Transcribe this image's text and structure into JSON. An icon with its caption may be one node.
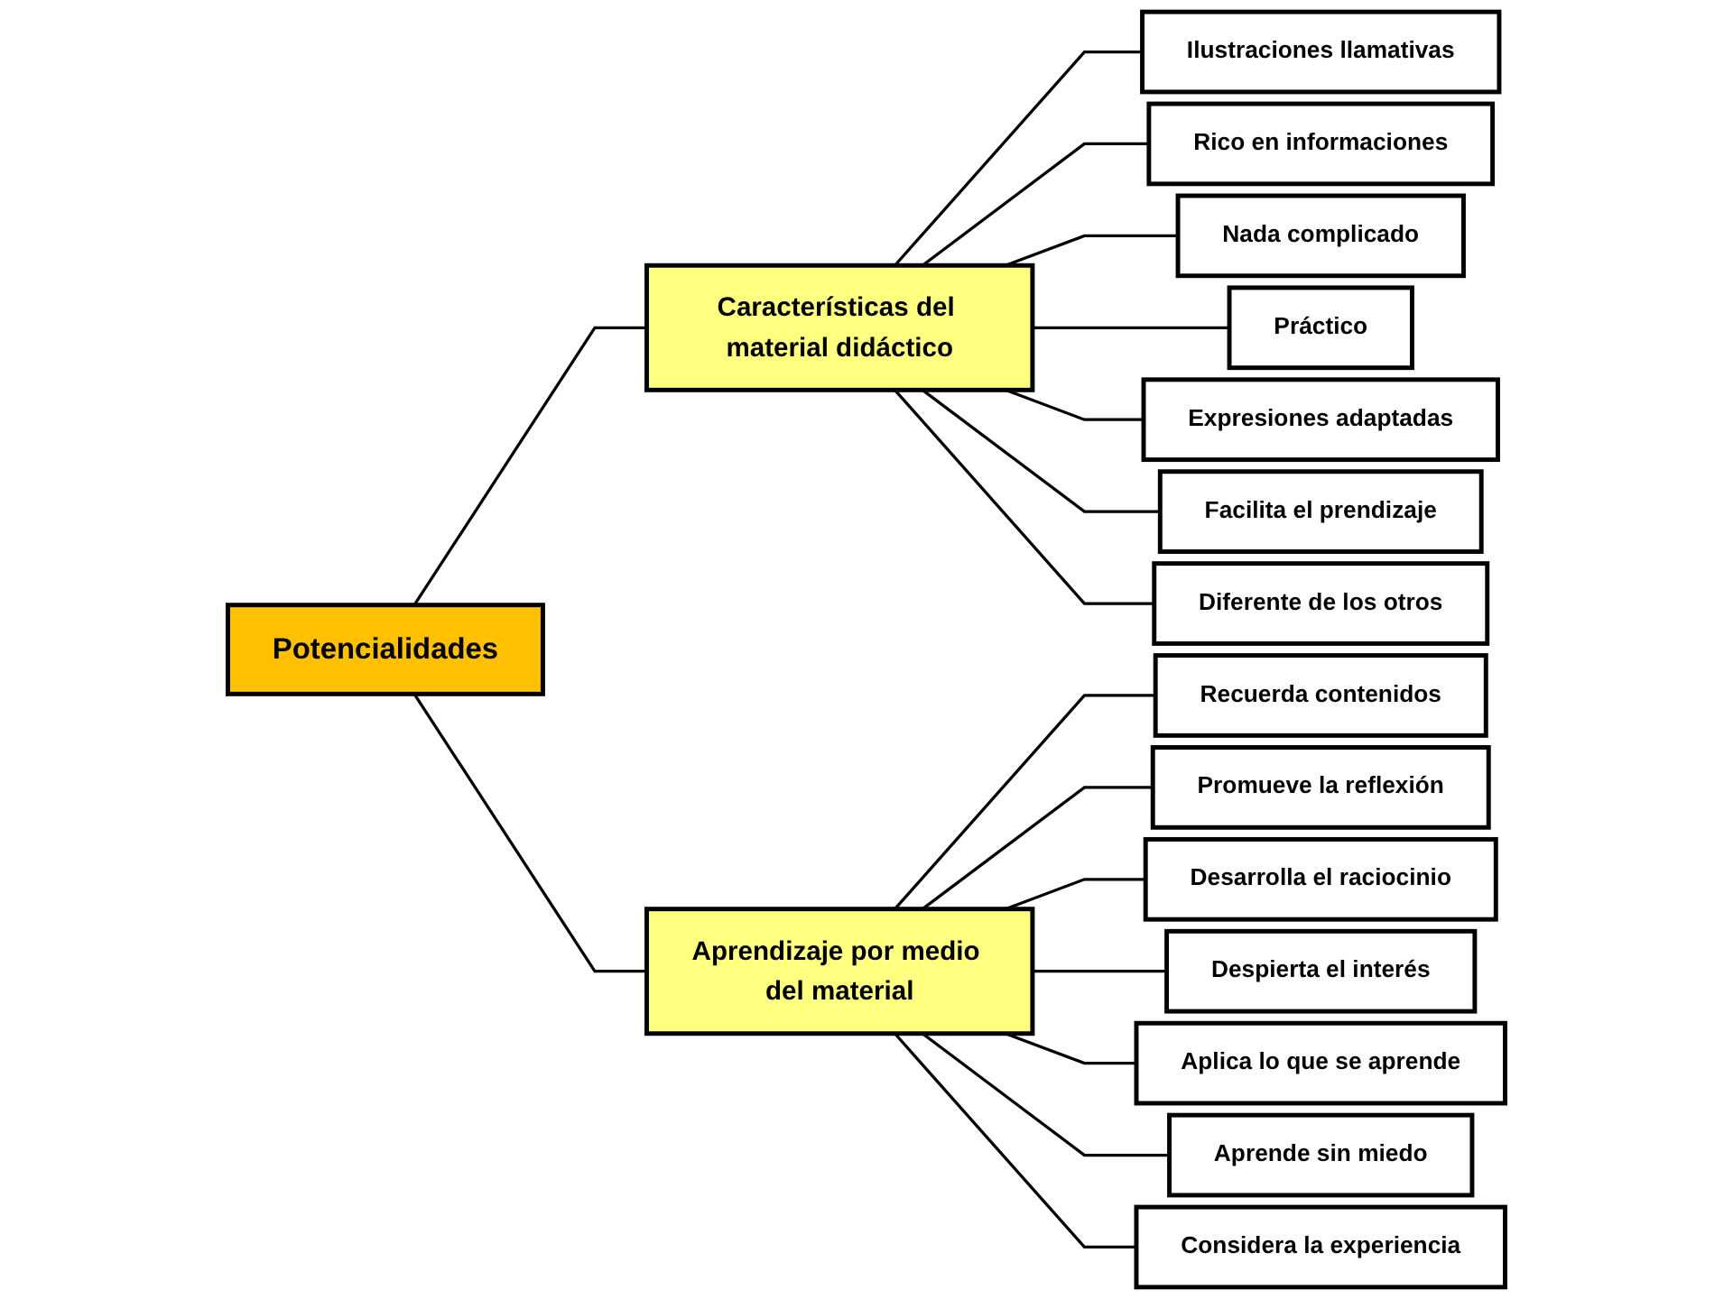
{
  "diagram": {
    "nodes": [
      {
        "text": [
          "Potencialidades"
        ]
      },
      {
        "text": [
          "Características del material didáctico"
        ]
      },
      {
        "text": [
          "Ilustraciones llamativas"
        ]
      },
      {
        "text": [
          "Rico en informaciones"
        ]
      },
      {
        "text": [
          "Nada complicado"
        ]
      },
      {
        "text": [
          "Práctico"
        ]
      },
      {
        "text": [
          "Expresiones adaptadas"
        ]
      },
      {
        "text": [
          "Facilita el prendizaje"
        ]
      },
      {
        "text": [
          "Diferente de los otros"
        ]
      },
      {
        "text": [
          "Aprendizaje por medio del material"
        ]
      },
      {
        "text": [
          "Recuerda contenidos"
        ]
      },
      {
        "text": [
          "Promueve la reflexión"
        ]
      },
      {
        "text": [
          "Desarrolla el raciocinio"
        ]
      },
      {
        "text": [
          "Despierta el interés"
        ]
      },
      {
        "text": [
          "Aplica lo que se aprende"
        ]
      },
      {
        "text": [
          "Aprende sin miedo"
        ]
      },
      {
        "text": [
          "Considera la experiencia"
        ]
      }
    ],
    "edges": [
      {
        "from": 0,
        "to": 1,
        "arrow": "none"
      },
      {
        "from": 0,
        "to": 9,
        "arrow": "none"
      },
      {
        "from": 1,
        "to": 2,
        "arrow": "none"
      },
      {
        "from": 1,
        "to": 3,
        "arrow": "none"
      },
      {
        "from": 1,
        "to": 4,
        "arrow": "none"
      },
      {
        "from": 1,
        "to": 5,
        "arrow": "none"
      },
      {
        "from": 1,
        "to": 6,
        "arrow": "none"
      },
      {
        "from": 1,
        "to": 7,
        "arrow": "none"
      },
      {
        "from": 1,
        "to": 8,
        "arrow": "none"
      },
      {
        "from": 9,
        "to": 10,
        "arrow": "none"
      },
      {
        "from": 9,
        "to": 11,
        "arrow": "none"
      },
      {
        "from": 9,
        "to": 12,
        "arrow": "none"
      },
      {
        "from": 9,
        "to": 13,
        "arrow": "none"
      },
      {
        "from": 9,
        "to": 14,
        "arrow": "none"
      },
      {
        "from": 9,
        "to": 15,
        "arrow": "none"
      },
      {
        "from": 9,
        "to": 16,
        "arrow": "none"
      }
    ]
  }
}
